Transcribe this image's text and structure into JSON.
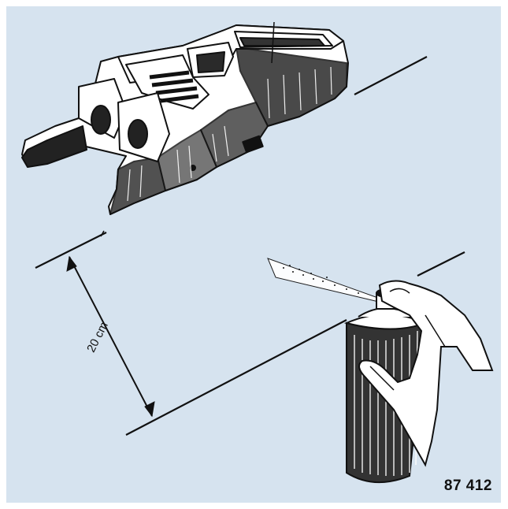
{
  "figure": {
    "number": "87 412",
    "dimension_label": "20 cm"
  },
  "colors": {
    "background": "#d6e3ef",
    "ink": "#111111",
    "highlight": "#ffffff"
  },
  "icons": [
    "gearshift-console-drawing",
    "spray-can-icon",
    "hand-icon",
    "dimension-arrow-icon"
  ]
}
